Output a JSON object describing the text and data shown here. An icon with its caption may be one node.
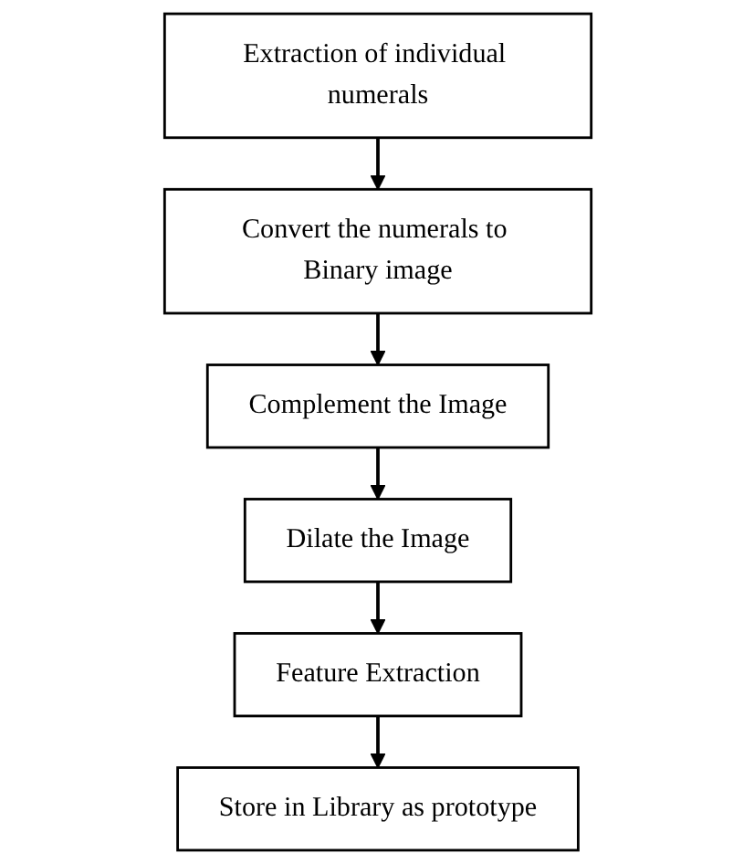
{
  "diagram": {
    "nodes": [
      {
        "text": [
          "Extraction of individual numerals"
        ]
      },
      {
        "text": [
          "Convert the numerals to Binary image"
        ]
      },
      {
        "text": [
          "Complement the Image"
        ]
      },
      {
        "text": [
          "Dilate the Image"
        ]
      },
      {
        "text": [
          "Feature Extraction"
        ]
      },
      {
        "text": [
          "Store in Library as prototype"
        ]
      }
    ],
    "edges": [
      {
        "from": 0,
        "to": 1,
        "arrow": "to"
      },
      {
        "from": 1,
        "to": 2,
        "arrow": "to"
      },
      {
        "from": 2,
        "to": 3,
        "arrow": "to"
      },
      {
        "from": 3,
        "to": 4,
        "arrow": "to"
      },
      {
        "from": 4,
        "to": 5,
        "arrow": "to"
      }
    ]
  }
}
